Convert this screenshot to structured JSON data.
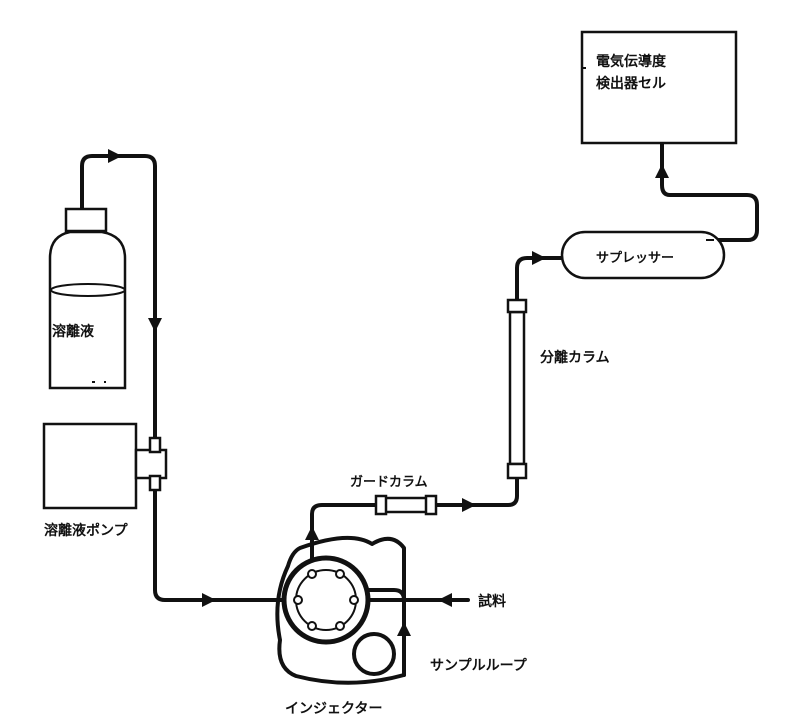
{
  "labels": {
    "eluent": "溶離液",
    "eluent_pump": "溶離液ポンプ",
    "injector": "インジェクター",
    "sample_loop": "サンプルループ",
    "sample": "試料",
    "guard_column": "ガードカラム",
    "separation_column": "分離カラム",
    "suppressor": "サプレッサー",
    "detector_line1": "電気伝導度",
    "detector_line2": "検出器セル"
  }
}
